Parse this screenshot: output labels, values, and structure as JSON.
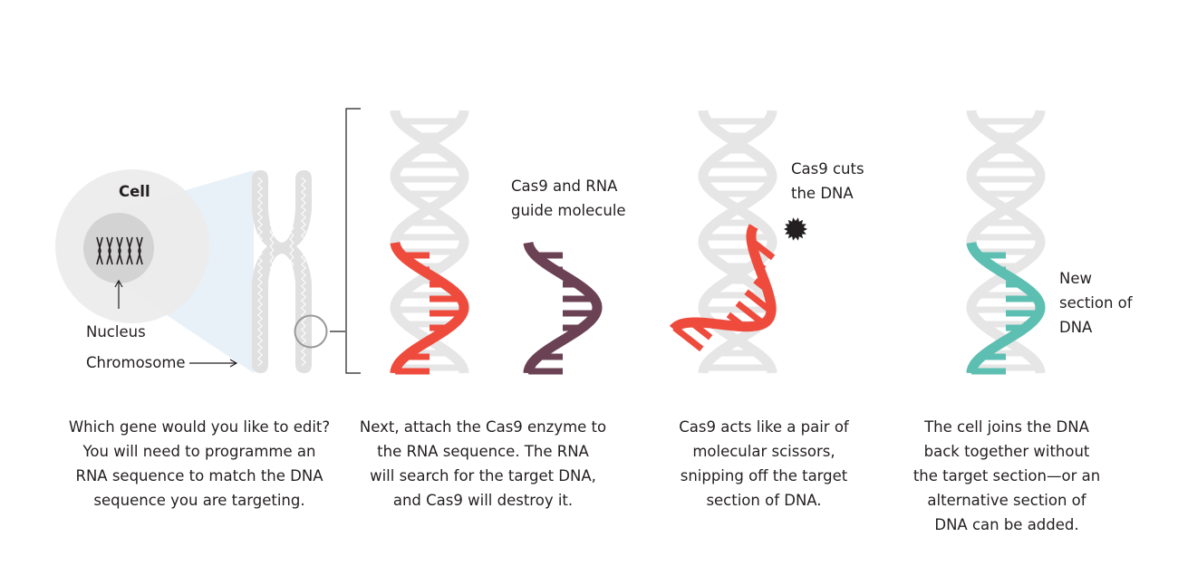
{
  "colors": {
    "dna_grey": "#e6e6e6",
    "cell_outer": "#ececec",
    "nucleus": "#d3d3d3",
    "projection": "#e8f0f8",
    "rna_red": "#ee4b3d",
    "rna_purple": "#6b4254",
    "new_teal": "#5cbfb2",
    "cas9_black": "#231f20",
    "text": "#231f20"
  },
  "labels": {
    "cell": "Cell",
    "nucleus": "Nucleus",
    "chromosome": "Chromosome",
    "cas9_rna": [
      "Cas9 and RNA",
      "guide molecule"
    ],
    "cas9_cuts": [
      "Cas9 cuts",
      "the DNA"
    ],
    "new_section": [
      "New",
      "section of",
      "DNA"
    ]
  },
  "captions": [
    {
      "lines": [
        "Which gene would you like to edit?",
        "You will need to programme an",
        "RNA sequence to match the DNA",
        "sequence you are targeting."
      ]
    },
    {
      "lines": [
        "Next, attach the Cas9 enzyme to",
        "the RNA sequence. The RNA",
        "will search for the target DNA,",
        "and Cas9 will destroy it."
      ]
    },
    {
      "lines": [
        "Cas9 acts like a pair of",
        "molecular scissors,",
        "snipping off the target",
        "section of DNA."
      ]
    },
    {
      "lines": [
        "The cell joins the DNA",
        "back together without",
        "the target section—or an",
        "alternative section of",
        "DNA can be added."
      ]
    }
  ]
}
